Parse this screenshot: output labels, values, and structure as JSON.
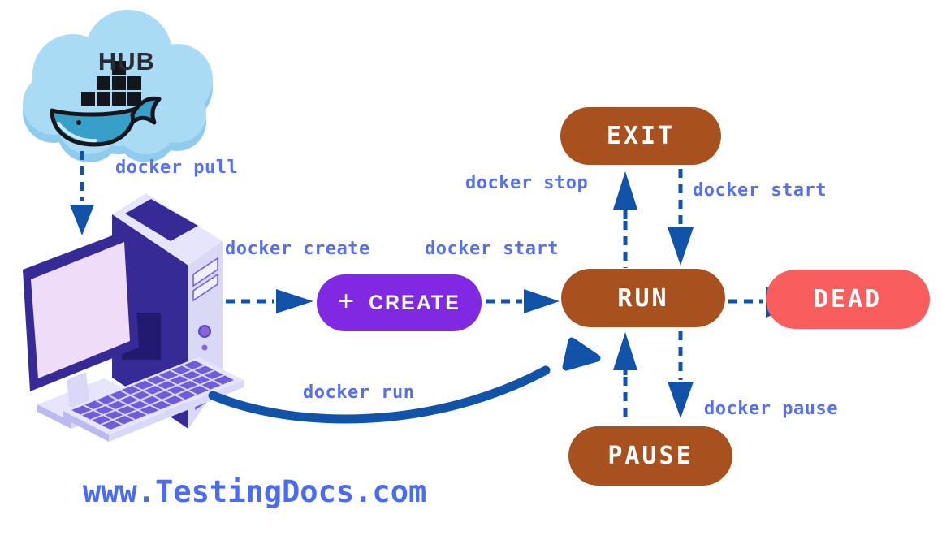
{
  "hub": {
    "label": "HUB"
  },
  "commands": {
    "pull": "docker pull",
    "create": "docker create",
    "start_left": "docker start",
    "stop": "docker stop",
    "start_right": "docker start",
    "pause": "docker pause",
    "run": "docker run"
  },
  "states": {
    "create": {
      "label": "CREATE",
      "plus": "+",
      "color": "#8129e2"
    },
    "run": {
      "label": "RUN",
      "color": "#a8511e"
    },
    "exit": {
      "label": "EXIT",
      "color": "#a8511e"
    },
    "dead": {
      "label": "DEAD",
      "color": "#f95d5d"
    },
    "pause": {
      "label": "PAUSE",
      "color": "#a8511e"
    }
  },
  "footer": {
    "website": "www.TestingDocs.com"
  },
  "colors": {
    "command_label": "#5671ee",
    "arrow": "#1053a8",
    "cloud": "#a9dbf5",
    "cloud_shadow": "#8fcbec",
    "whale": "#37a0c8",
    "computer_dark": "#352a96",
    "computer_light": "#d9d8f7",
    "screen": "#eedcf8",
    "keys": "#6e5cdb",
    "footer_text": "#4a6cf2"
  }
}
